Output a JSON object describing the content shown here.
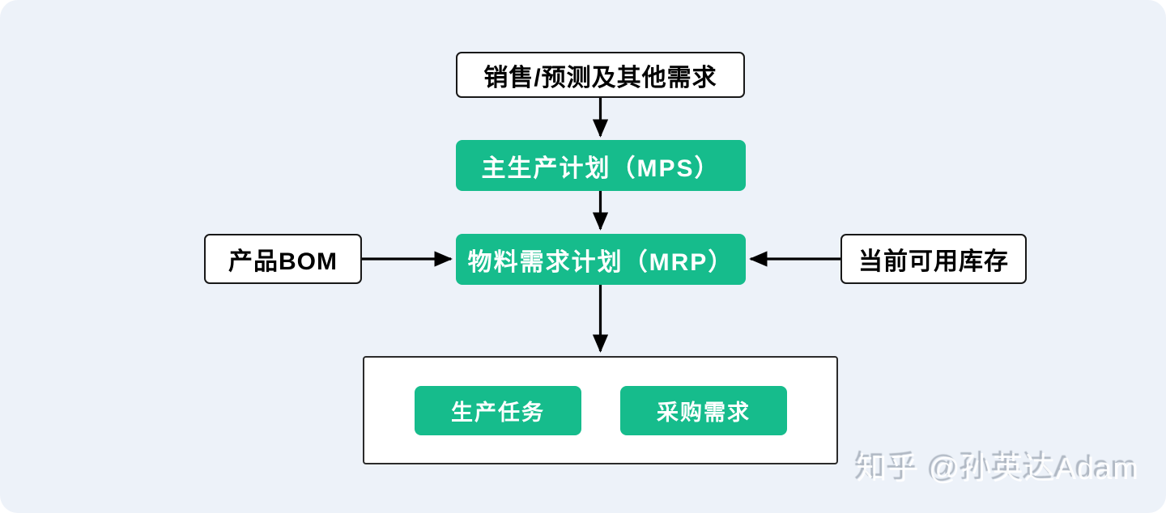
{
  "colors": {
    "canvas_background": "#edf2f9",
    "accent_green": "#16bc8c",
    "box_border": "#181818",
    "arrow": "#000000",
    "green_box_text": "#ffffff",
    "white_box_text": "#000000"
  },
  "diagram": {
    "type": "flowchart",
    "nodes": {
      "sales_forecast_demand": {
        "label": "销售/预测及其他需求",
        "style": "white-box"
      },
      "mps": {
        "label": "主生产计划（MPS）",
        "style": "green-box"
      },
      "product_bom": {
        "label": "产品BOM",
        "style": "white-box"
      },
      "mrp": {
        "label": "物料需求计划（MRP）",
        "style": "green-box"
      },
      "available_inventory": {
        "label": "当前可用库存",
        "style": "white-box"
      },
      "production_task": {
        "label": "生产任务",
        "style": "green-box"
      },
      "purchase_demand": {
        "label": "采购需求",
        "style": "green-box"
      }
    },
    "edges": [
      {
        "from": "sales_forecast_demand",
        "to": "mps",
        "direction": "down"
      },
      {
        "from": "mps",
        "to": "mrp",
        "direction": "down"
      },
      {
        "from": "product_bom",
        "to": "mrp",
        "direction": "right"
      },
      {
        "from": "available_inventory",
        "to": "mrp",
        "direction": "left"
      },
      {
        "from": "mrp",
        "to": "outputs_container",
        "direction": "down"
      }
    ]
  },
  "watermark": {
    "text": "知乎 @孙英达Adam"
  }
}
